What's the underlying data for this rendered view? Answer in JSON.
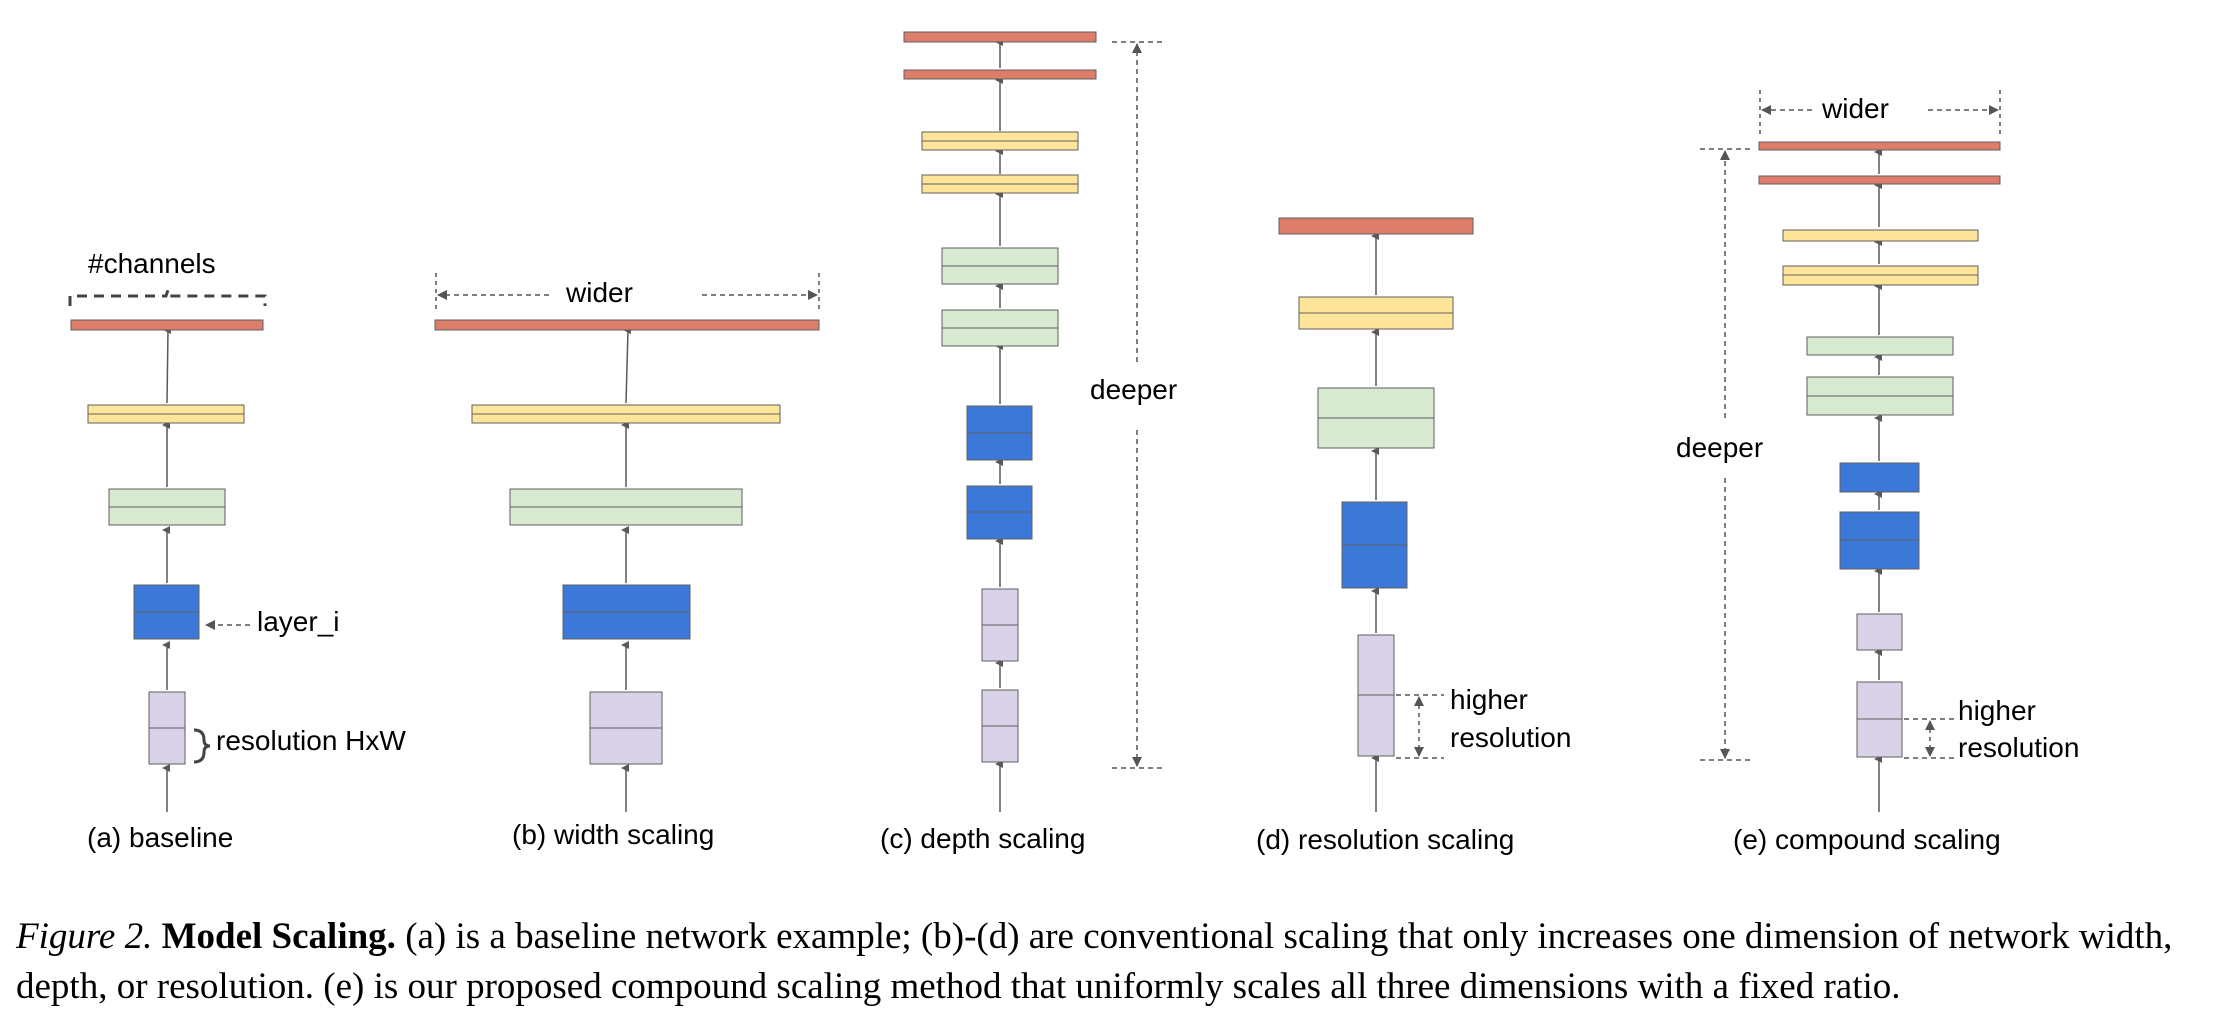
{
  "labels": {
    "channels": "#channels",
    "layer": "layer_i",
    "resolution": "resolution HxW",
    "wider_b": "wider",
    "wider_e": "wider",
    "deeper_c": "deeper",
    "deeper_e": "deeper",
    "higher_d": "higher",
    "resolution_d": "resolution",
    "higher_e": "higher",
    "resolution_e": "resolution"
  },
  "subfigures": [
    {
      "id": "a",
      "label": "(a) baseline"
    },
    {
      "id": "b",
      "label": "(b) width scaling"
    },
    {
      "id": "c",
      "label": "(c) depth scaling"
    },
    {
      "id": "d",
      "label": "(d) resolution scaling"
    },
    {
      "id": "e",
      "label": "(e) compound scaling"
    }
  ],
  "caption": {
    "figure_label": "Figure 2.",
    "title": "Model Scaling.",
    "text": "(a) is a baseline network example; (b)-(d) are conventional scaling that only increases one dimension of network width, depth, or resolution. (e) is our proposed compound scaling method that uniformly scales all three dimensions with a fixed ratio."
  },
  "colors": {
    "red_layer": "#dd7e6b",
    "yellow_layer": "#ffe599",
    "green_layer": "#d9ead3",
    "blue_layer": "#3c78d8",
    "lavender_layer": "#d9d2e9",
    "outline": "#5f5f5f",
    "arrow": "#595959",
    "dashed_guide": "#555555"
  }
}
